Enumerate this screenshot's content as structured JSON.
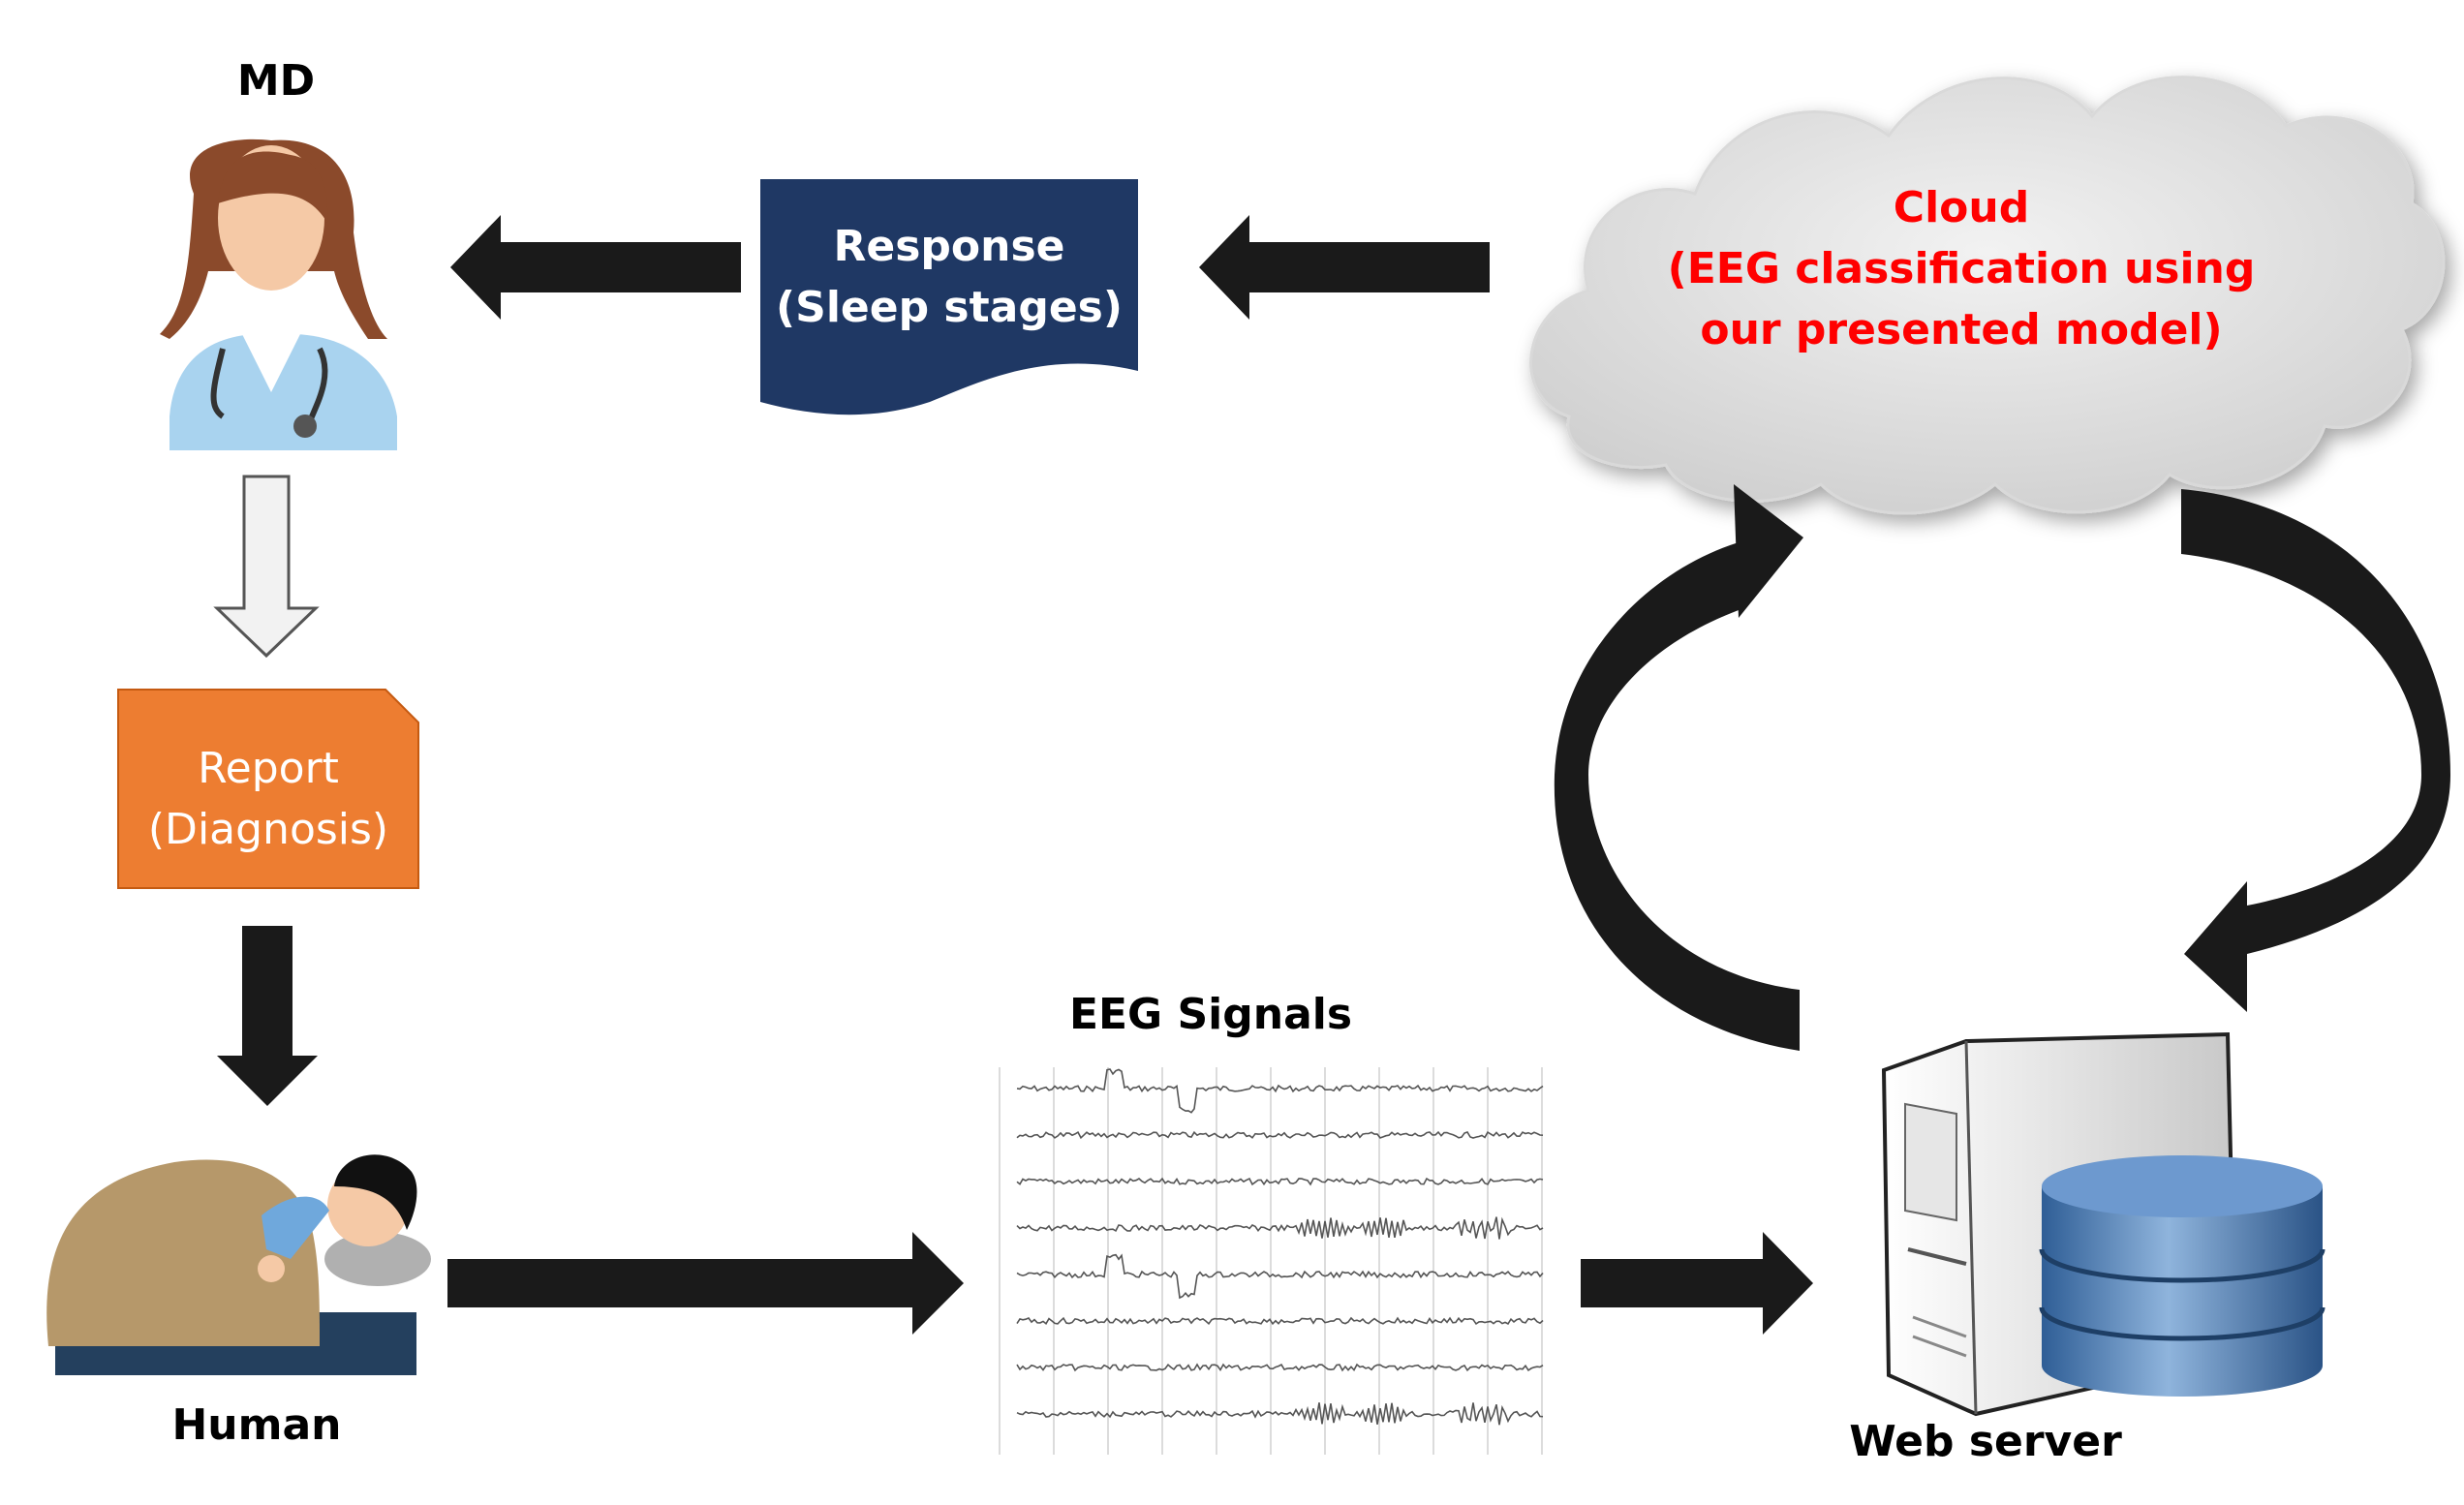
{
  "labels": {
    "md": "MD",
    "response_line1": "Response",
    "response_line2": "(Sleep stages)",
    "cloud_line1": "Cloud",
    "cloud_line2": "(EEG classification using",
    "cloud_line3": "our presented model)",
    "report_line1": "Report",
    "report_line2": "(Diagnosis)",
    "eeg": "EEG Signals",
    "human": "Human",
    "web_server": "Web server"
  },
  "colors": {
    "response_box": "#1f3864",
    "report_box": "#ed7d31",
    "cloud_text": "#ff0000",
    "arrows": "#1a1a1a"
  },
  "icons": [
    "doctor-icon",
    "sleeping-person-icon",
    "eeg-signal-icon",
    "server-icon",
    "database-icon",
    "cloud-icon"
  ]
}
